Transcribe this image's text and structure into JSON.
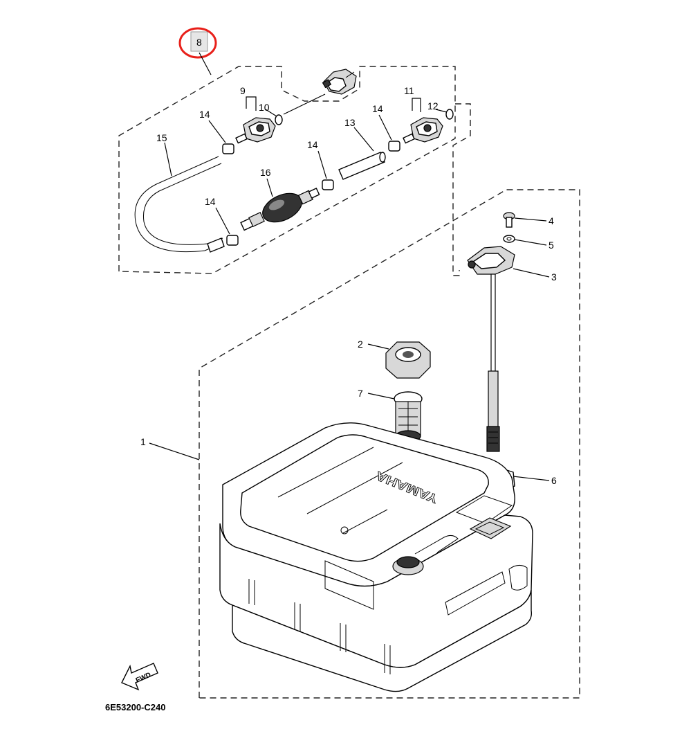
{
  "diagram": {
    "callouts": {
      "c1": "1",
      "c2": "2",
      "c3": "3",
      "c4": "4",
      "c5": "5",
      "c6": "6",
      "c7": "7",
      "c8": "8",
      "c9": "9",
      "c10": "10",
      "c11": "11",
      "c12": "12",
      "c13": "13",
      "c14a": "14",
      "c14b": "14",
      "c14c": "14",
      "c14d": "14",
      "c15": "15",
      "c16": "16"
    },
    "tank_brand": "YAMAHA",
    "fwd_label": "FWD",
    "diagram_code": "6E53200-C240",
    "highlight_color": "#e8201a"
  }
}
